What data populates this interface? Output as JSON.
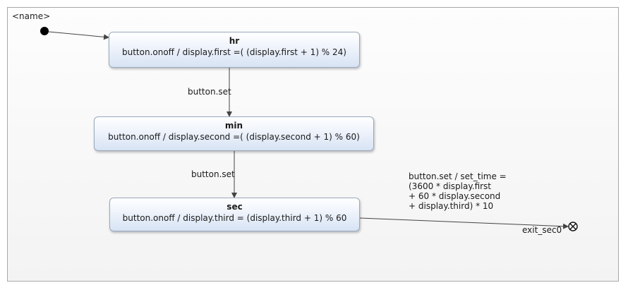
{
  "region": {
    "name": "<name>"
  },
  "states": {
    "hr": {
      "title": "hr",
      "action": "button.onoff / display.first =( (display.first + 1) % 24)"
    },
    "min": {
      "title": "min",
      "action": "button.onoff / display.second =( (display.second + 1) % 60)"
    },
    "sec": {
      "title": "sec",
      "action": "button.onoff / display.third = (display.third + 1) % 60"
    }
  },
  "transitions": {
    "hr_to_min": "button.set",
    "min_to_sec": "button.set",
    "sec_to_exit": [
      "button.set / set_time =",
      "(3600 * display.first",
      "+ 60 * display.second",
      "+ display.third) * 10"
    ]
  },
  "exit": {
    "label": "exit_sec0"
  }
}
